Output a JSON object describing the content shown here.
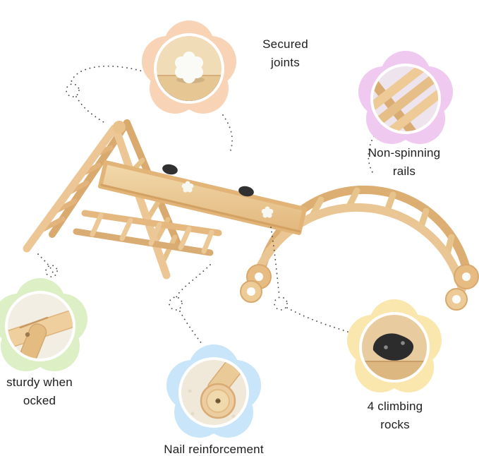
{
  "callouts": {
    "secured_joints": {
      "label": "Secured joints",
      "petal_color": "#F9D3B6"
    },
    "non_spinning_rails": {
      "label": "Non-spinning rails",
      "petal_color": "#F0C9F1"
    },
    "sturdy_when_locked": {
      "label": "sturdy when ocked",
      "petal_color": "#DCEFC5"
    },
    "nail_reinforcement": {
      "label": "Nail reinforcement",
      "petal_color": "#C8E5FA"
    },
    "climbing_rocks": {
      "label": "4 climbing rocks",
      "petal_color": "#FAE7AE"
    }
  },
  "colors": {
    "background": "#FFFFFF",
    "wood_light": "#F0D5A8",
    "wood_mid": "#E4BB82",
    "wood_dark": "#D2A163",
    "rock_black": "#2E2E2E",
    "connector": "#4A4A4A"
  }
}
